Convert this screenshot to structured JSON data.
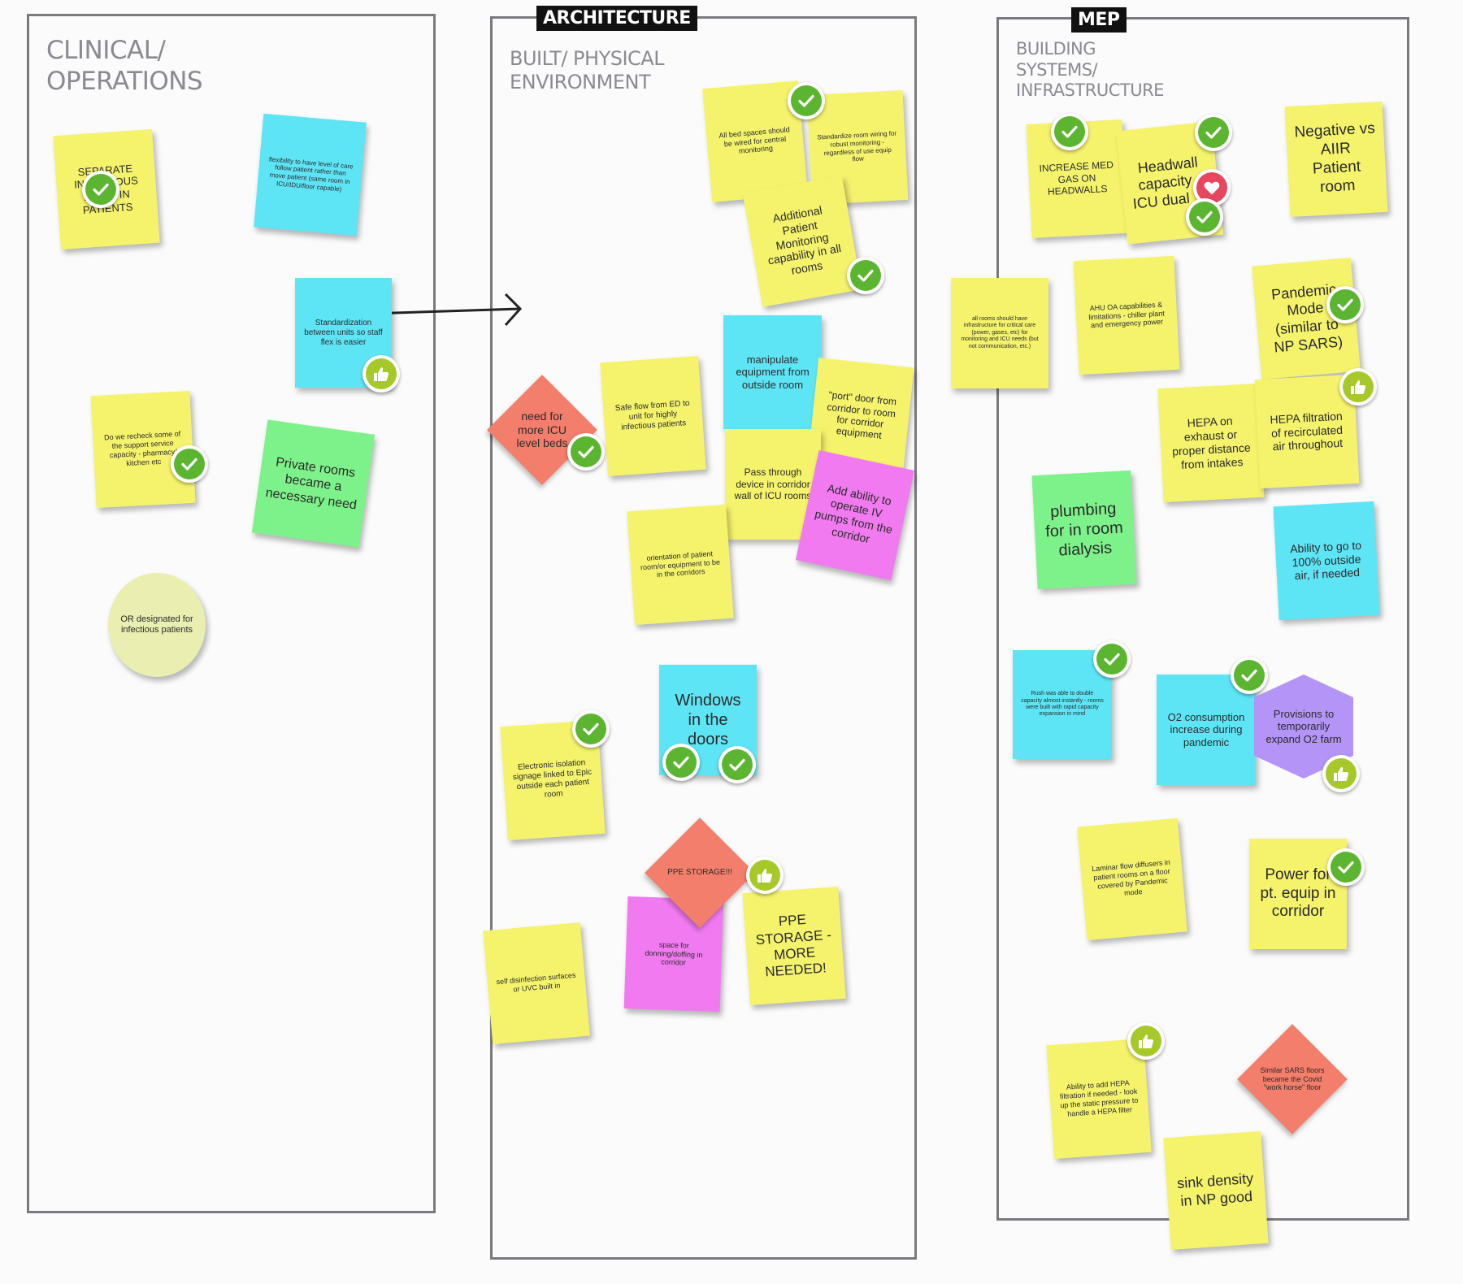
{
  "frames": {
    "clinical": {
      "title": "CLINICAL/\nOPERATIONS"
    },
    "architecture": {
      "tag": "ARCHITECTURE",
      "title": "BUILT/ PHYSICAL\nENVIRONMENT"
    },
    "mep": {
      "tag": "MEP",
      "title": "BUILDING\nSYSTEMS/\nINFRASTRUCTURE"
    }
  },
  "colors": {
    "yellow": "#f5f36c",
    "cyan": "#5ee5f5",
    "green": "#7ef28a",
    "pink": "#f17af0",
    "salmon": "#f47e6c",
    "purple": "#b494f6",
    "circle": "#eaeeb0",
    "check": "#5cb530",
    "thumb": "#a6c828",
    "heart": "#e8455f"
  },
  "notes": {
    "n1": "SEPARATE INFECTIOUS ZONE/ IN PATIENTS",
    "n2": "flexibility to have level of care follow patient rather than move patient (same room in ICU/IDU/floor capable)",
    "n3": "Standardization between units so staff flex is easier",
    "n4": "Do we recheck some of the support service capacity - pharmacy/ kitchen etc",
    "n5": "Private rooms became a necessary need",
    "n6": "OR designated for infectious patients",
    "a1": "All bed spaces should be wired for central monitoring",
    "a2": "Standardize room wiring for robust monitoring - regardless of use equip flow",
    "a3": "Additional Patient Monitoring capability in all rooms",
    "a4": "need for more ICU level beds",
    "a5": "Safe flow from ED to unit for highly infectious patients",
    "a6": "manipulate equipment from outside room",
    "a7": "\"port\" door from corridor to room for corridor equipment",
    "a8": "Pass through device in corridor wall of ICU rooms",
    "a9": "Add ability to operate IV pumps from the corridor",
    "a10": "orientation of patient room/or equipment to be in the corridors",
    "a11": "Windows in the doors",
    "a12": "Electronic isolation signage linked to Epic outside each patient room",
    "a13": "PPE STORAGE!!!",
    "a14": "self disinfection surfaces or UVC built in",
    "a15": "space for donning/doffing in corridor",
    "a16": "PPE STORAGE - MORE NEEDED!",
    "m1": "INCREASE MED GAS ON HEADWALLS",
    "m2": "Headwall capacity - ICU dual 1?",
    "m3": "Negative vs AIIR Patient room",
    "m4": "all rooms should have infrastructure for critical care (power, gases, etc) for monitoring and ICU needs (but not communication, etc.)",
    "m5": "AHU OA capabilities & limitations - chiller plant and emergency power",
    "m6": "Pandemic Mode (similar to NP SARS)",
    "m7": "HEPA on exhaust or proper distance from intakes",
    "m8": "HEPA filtration of recirculated air throughout",
    "m9": "plumbing for in room dialysis",
    "m10": "Ability to go to 100% outside air, if needed",
    "m11": "Rush was able to double capacity almost instantly - rooms were built with rapid capacity expansion in mind",
    "m12": "O2 consumption increase during pandemic",
    "m13": "Provisions to temporarily expand O2 farm",
    "m14": "Laminar flow diffusers in patient rooms on a floor covered by Pandemic mode",
    "m15": "Power for pt. equip in corridor",
    "m16": "Ability to add HEPA filtration if needed - look up the static pressure to handle a HEPA filter",
    "m17": "Similar SARS floors became the Covid \"work horse\" floor",
    "m18": "sink density in NP good"
  }
}
